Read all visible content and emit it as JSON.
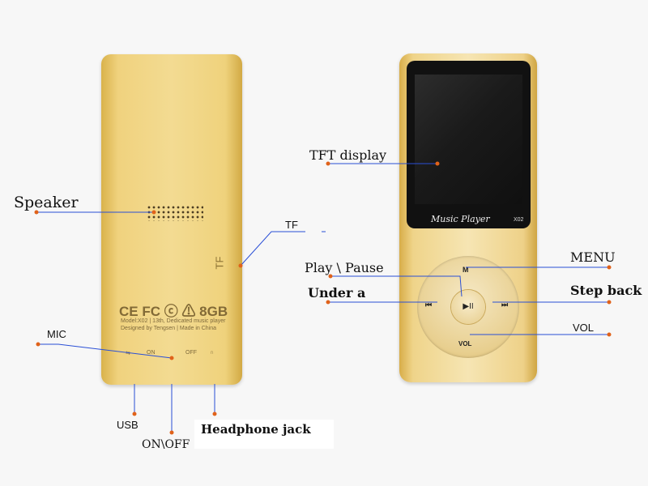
{
  "labels": {
    "speaker": "Speaker",
    "tf_right": "TF",
    "tft_display": "TFT display",
    "play_pause": "Play \\ Pause",
    "under_a": "Under a",
    "menu": "MENU",
    "step_back": "Step back",
    "vol": "VOL",
    "mic": "MIC",
    "usb": "USB",
    "on_off": "ON\\OFF",
    "headphone_jack": "Headphone jack"
  },
  "back_device": {
    "tf_slot": "TF",
    "cert_marks": "CE FC ⓒ ⚠ 8GB",
    "model_line1": "Model:X02 | 13th, Dedicated music player",
    "model_line2": "Designed by Tengsen | Made in China",
    "switch_on": "ON",
    "switch_off": "OFF"
  },
  "front_device": {
    "brand": "Music Player",
    "model": "X02",
    "key_menu": "M",
    "key_vol": "VOL",
    "key_prev": "⏮",
    "key_next": "⏭",
    "key_play": "▶II"
  },
  "colors": {
    "leader_line": "#2a4fd6",
    "leader_dot": "#e0621a"
  }
}
